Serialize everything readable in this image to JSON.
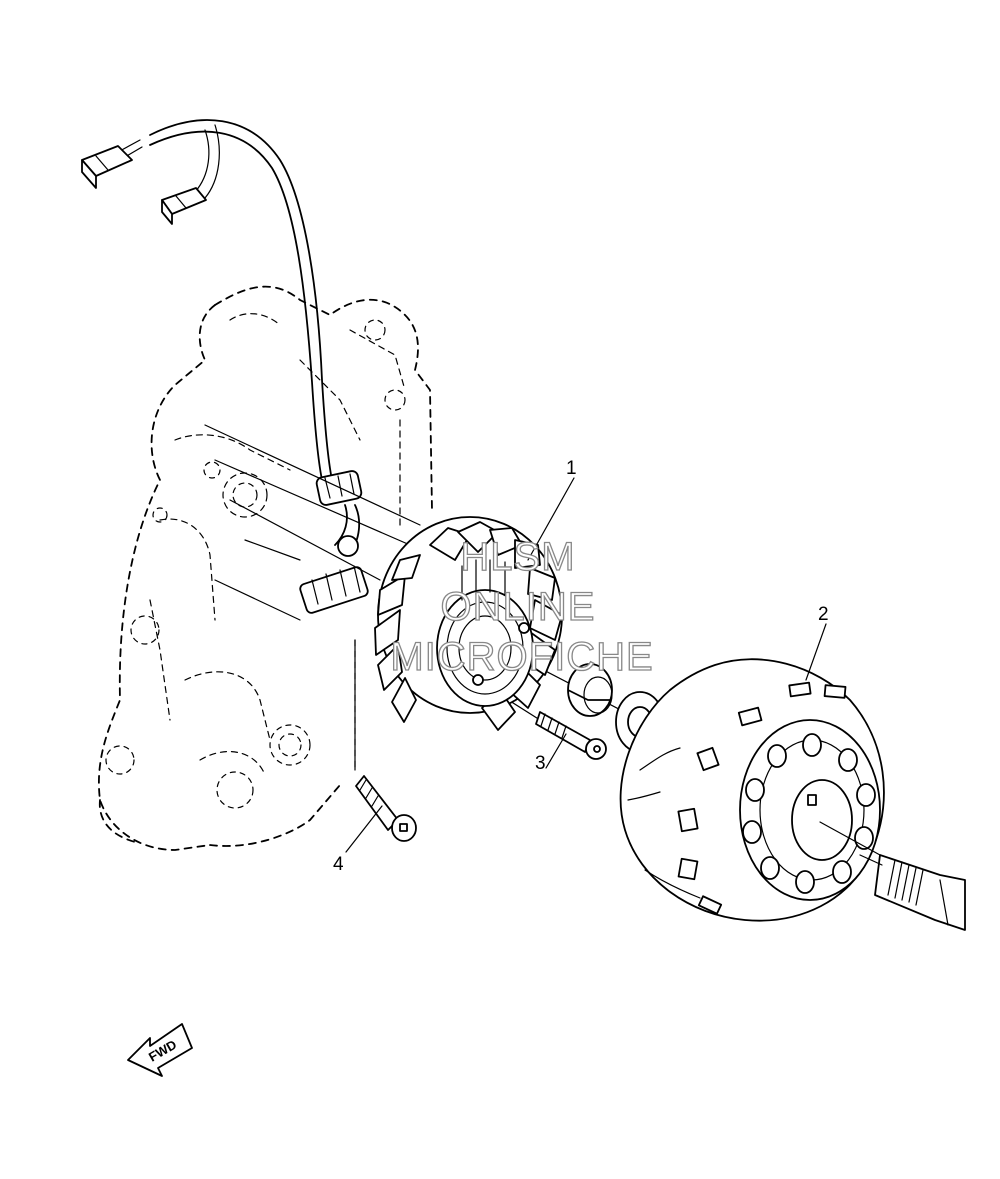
{
  "callouts": [
    {
      "label": "1",
      "part": "stator-assembly"
    },
    {
      "label": "2",
      "part": "rotor-flywheel"
    },
    {
      "label": "3",
      "part": "stator-bolt"
    },
    {
      "label": "4",
      "part": "socket-bolt"
    }
  ],
  "watermark": {
    "line1": "HLSM",
    "line2": "ONLINE",
    "line3": "MICROFICHE"
  },
  "fwd_badge": {
    "label": "FWD"
  }
}
